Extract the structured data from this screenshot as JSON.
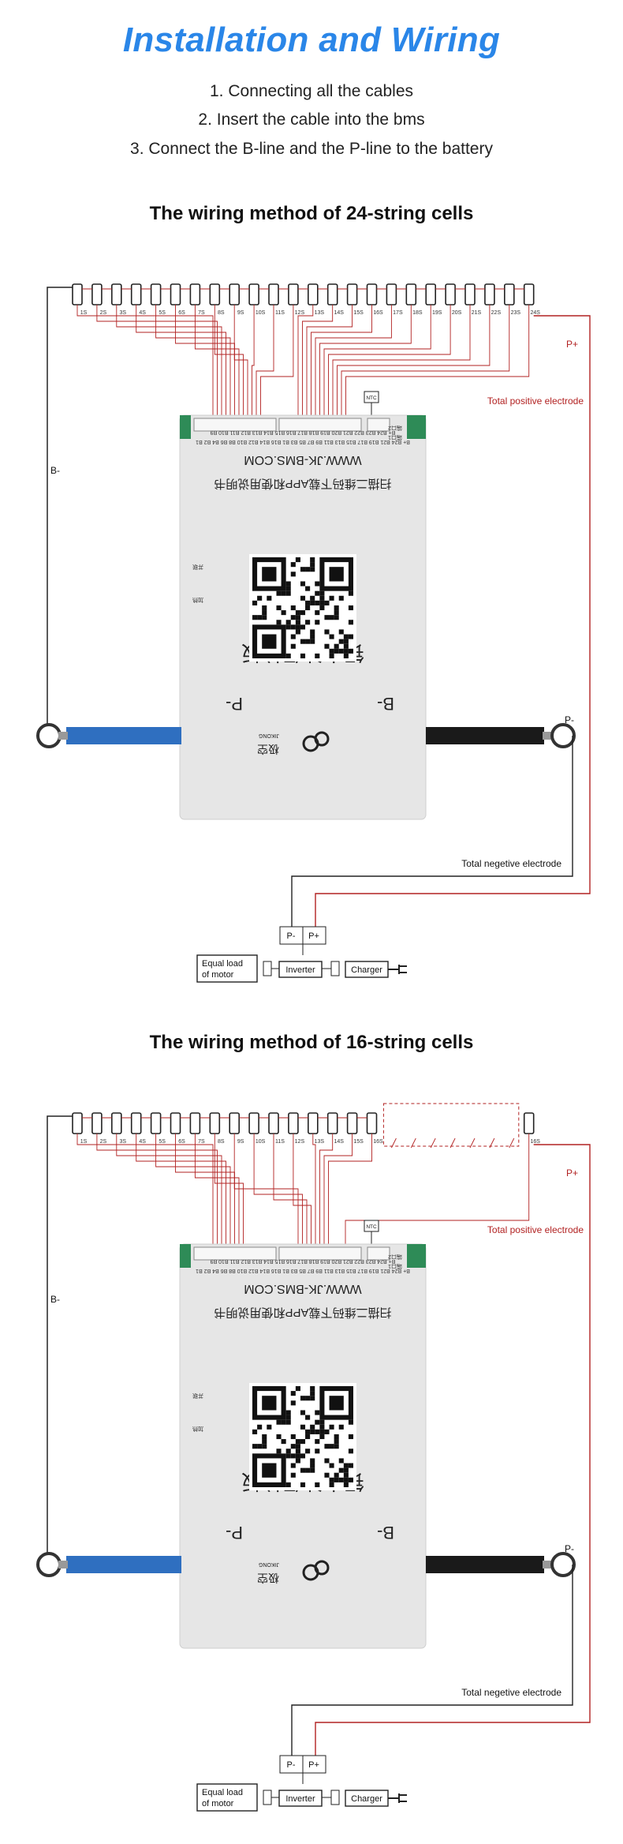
{
  "header": {
    "title": "Installation and Wiring",
    "steps": [
      "1. Connecting all the cables",
      "2. Insert the cable into the bms",
      "3. Connect the B-line and the P-line to the battery"
    ]
  },
  "diagrams": [
    {
      "title": "The wiring method of 24-string cells",
      "cell_count": 24,
      "last_label": "24S"
    },
    {
      "title": "The wiring method of 16-string cells",
      "cell_count": 16,
      "last_label": "16S"
    }
  ],
  "common": {
    "b_minus": "B-",
    "p_minus": "P-",
    "p_plus": "P+",
    "ntc": "NTC",
    "total_positive": "Total positive electrode",
    "total_negative": "Total negetive electrode",
    "board_url": "WWW.JK-BMS.COM",
    "board_scan_text": "扫描二维码下载APP和使用说明书",
    "board_name": "锂电池保护板",
    "brand_cn": "极空",
    "brand_en": "JIKONG",
    "board_b_minus": "B-",
    "board_p_minus": "P-",
    "equal_load_line1": "Equal load",
    "equal_load_line2": "of motor",
    "inverter": "Inverter",
    "charger": "Charger",
    "port1": "端口1",
    "port2": "端口2",
    "parallel": "并联",
    "heating": "加热",
    "row2": "B+ B24 B23 B22 B21 B20 B19 B18 B17 B16 B15 B14 B13 B12 B11 B10 B9",
    "row1": "B+ B24 B21 B19 B17 B15 B13 B11 B9 B7 B5 B3 B1 B16 B14 B12 B10 B8 B6 B4 B2 B1",
    "colors": {
      "title_blue": "#2a86e8",
      "red_wire": "#b22222",
      "blue_cable": "#2f6fc0",
      "black_cable": "#1a1a1a",
      "board_green": "#2e8b57"
    }
  }
}
